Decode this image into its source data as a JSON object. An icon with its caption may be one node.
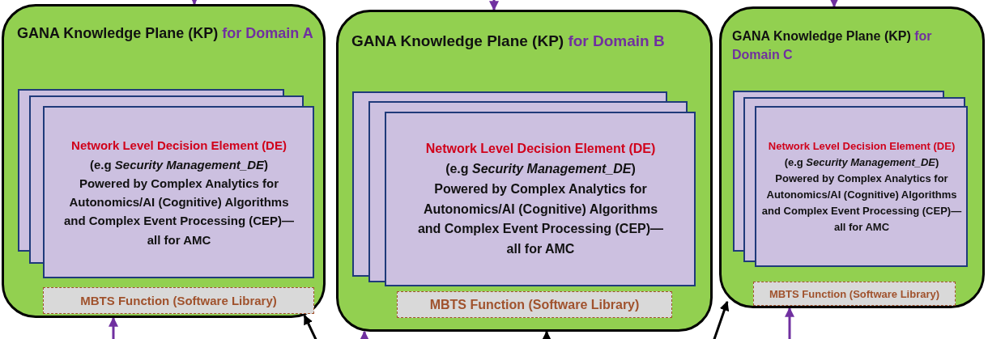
{
  "diagram": {
    "nodes": [
      {
        "text": [
          "GANA Knowledge Plane (KP)",
          "for Domain A"
        ]
      },
      {
        "text": [
          "Network Level Decision Element (DE)",
          "(e.g *Security Management_DE*)",
          "Powered by Complex Analytics for Autonomics/AI (Cognitive) Algorithms and Complex Event Processing (CEP)— all  for AMC"
        ],
        "in": 0
      },
      {
        "text": [
          "MBTS Function (Software Library)"
        ],
        "in": 0
      },
      {
        "text": [
          "GANA Knowledge Plane (KP)",
          "for Domain B"
        ]
      },
      {
        "text": [
          "Network Level Decision Element (DE)",
          "(e.g *Security Management_DE*)",
          "Powered by Complex Analytics for Autonomics/AI (Cognitive) Algorithms and Complex Event Processing (CEP)— all  for AMC"
        ],
        "in": 3
      },
      {
        "text": [
          "MBTS Function (Software Library)"
        ],
        "in": 3
      },
      {
        "text": [
          "GANA Knowledge Plane (KP)",
          "for Domain C"
        ]
      },
      {
        "text": [
          "Network Level Decision Element (DE)",
          "(e.g *Security Management_DE*)",
          "Powered by Complex Analytics for Autonomics/AI (Cognitive) Algorithms and Complex Event Processing (CEP)— all  for AMC"
        ],
        "in": 6
      },
      {
        "text": [
          "MBTS Function (Software Library)"
        ],
        "in": 6
      }
    ],
    "edges": [
      {
        "from": null,
        "to": 0,
        "arrow": "to"
      },
      {
        "from": null,
        "to": 3,
        "arrow": "to"
      },
      {
        "from": null,
        "to": 6,
        "arrow": "to"
      },
      {
        "from": null,
        "to": 0,
        "arrow": "to"
      },
      {
        "from": null,
        "to": 0,
        "arrow": "to",
        "color": "#000000"
      },
      {
        "from": null,
        "to": 3,
        "arrow": "to"
      },
      {
        "from": null,
        "to": 3,
        "arrow": "to",
        "color": "#000000"
      },
      {
        "from": null,
        "to": 6,
        "arrow": "to",
        "color": "#000000"
      },
      {
        "from": null,
        "to": 6,
        "arrow": "to"
      }
    ]
  }
}
